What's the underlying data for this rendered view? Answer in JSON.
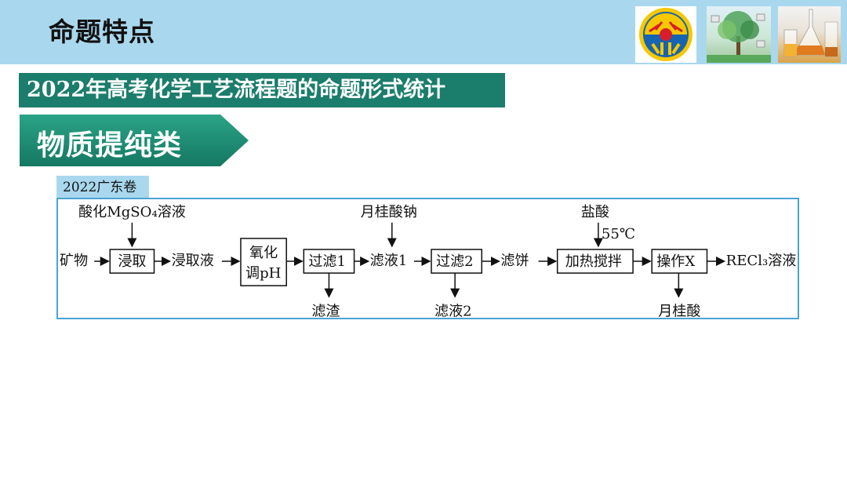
{
  "header": {
    "title": "命题特点",
    "logo_icon": "school-emblem-icon",
    "image1": "tree-illustration",
    "image2": "lab-flask-photo"
  },
  "stat_banner": "2022年高考化学工艺流程题的命题形式统计",
  "category": "物质提纯类",
  "source_tag": "2022广东卷",
  "flowchart": {
    "ore": "矿物",
    "reagent1": "酸化MgSO₄溶液",
    "leach": "浸取",
    "leachate": "浸取液",
    "oxidize_l1": "氧化",
    "oxidize_l2": "调pH",
    "filter1": "过滤1",
    "residue": "滤渣",
    "filtrate1": "滤液1",
    "reagent2": "月桂酸钠",
    "filter2": "过滤2",
    "filtrate2": "滤液2",
    "cake": "滤饼",
    "reagent3": "盐酸",
    "temp": "55℃",
    "heat": "加热搅拌",
    "opx": "操作X",
    "byproduct": "月桂酸",
    "product": "RECl₃溶液"
  },
  "colors": {
    "header_bg": "#a9d8ee",
    "banner_bg": "#1b7d6b",
    "ribbon": "#1d8a73",
    "frame_border": "#4ba3d6"
  }
}
